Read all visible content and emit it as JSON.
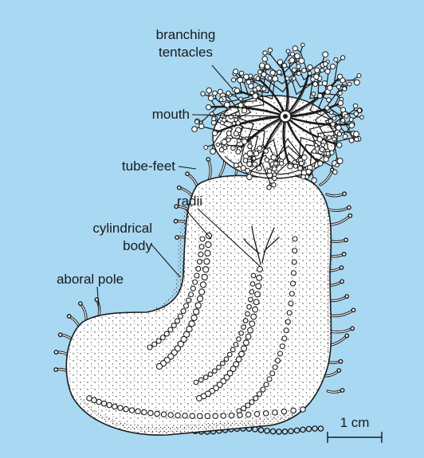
{
  "figure": {
    "background_color": "#a9d8f2",
    "ink_color": "#1a1a1a",
    "body_color": "#ffffff"
  },
  "labels": {
    "branching_tentacles_line1": "branching",
    "branching_tentacles_line2": "tentacles",
    "mouth": "mouth",
    "tube_feet": "tube-feet",
    "radii": "radii",
    "cylindrical_body_line1": "cylindrical",
    "cylindrical_body_line2": "body",
    "aboral_pole": "aboral pole"
  },
  "scale_bar": {
    "label": "1 cm"
  }
}
